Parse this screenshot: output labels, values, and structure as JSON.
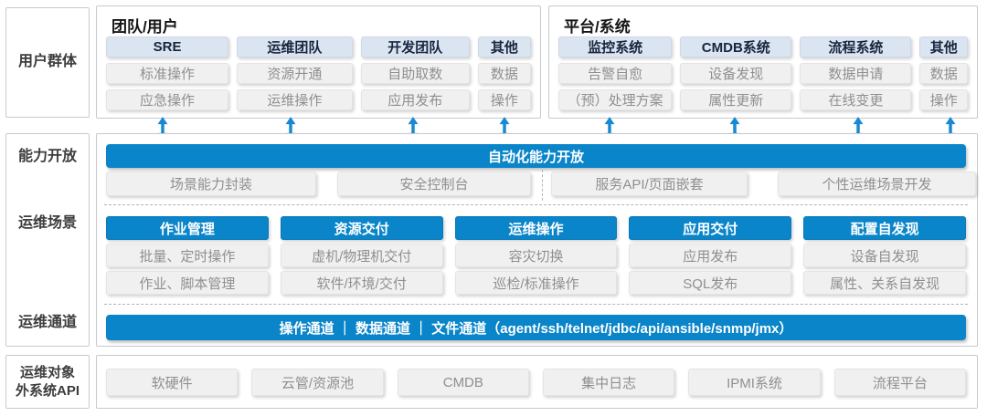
{
  "colors": {
    "accent_blue": "#0a85c9",
    "arrow_blue": "#1789d3",
    "header_pill_bg": "#dbe5f1",
    "gray_pill_bg": "#f0f0f0",
    "panel_border": "#c6cacd"
  },
  "left_labels": {
    "users": "用户群体",
    "capability": "能力开放",
    "scenes": "运维场景",
    "channel": "运维通道",
    "objects_line1": "运维对象",
    "objects_line2": "外系统API"
  },
  "top": {
    "groups": [
      {
        "title": "团队/用户",
        "columns": [
          {
            "header": "SRE",
            "items": [
              "标准操作",
              "应急操作"
            ]
          },
          {
            "header": "运维团队",
            "items": [
              "资源开通",
              "运维操作"
            ]
          },
          {
            "header": "开发团队",
            "items": [
              "自助取数",
              "应用发布"
            ]
          },
          {
            "header": "其他",
            "items": [
              "数据",
              "操作"
            ]
          }
        ]
      },
      {
        "title": "平台/系统",
        "columns": [
          {
            "header": "监控系统",
            "items": [
              "告警自愈",
              "（预）处理方案"
            ]
          },
          {
            "header": "CMDB系统",
            "items": [
              "设备发现",
              "属性更新"
            ]
          },
          {
            "header": "流程系统",
            "items": [
              "数据申请",
              "在线变更"
            ]
          },
          {
            "header": "其他",
            "items": [
              "数据",
              "操作"
            ]
          }
        ]
      }
    ]
  },
  "capability": {
    "bar": "自动化能力开放",
    "items": [
      "场景能力封装",
      "安全控制台",
      "服务API/页面嵌套",
      "个性运维场景开发"
    ]
  },
  "scenes": {
    "columns": [
      {
        "header": "作业管理",
        "items": [
          "批量、定时操作",
          "作业、脚本管理"
        ]
      },
      {
        "header": "资源交付",
        "items": [
          "虚机/物理机交付",
          "软件/环境/交付"
        ]
      },
      {
        "header": "运维操作",
        "items": [
          "容灾切换",
          "巡检/标准操作"
        ]
      },
      {
        "header": "应用交付",
        "items": [
          "应用发布",
          "SQL发布"
        ]
      },
      {
        "header": "配置自发现",
        "items": [
          "设备自发现",
          "属性、关系自发现"
        ]
      }
    ]
  },
  "channel": {
    "bar": "操作通道 ｜ 数据通道 ｜ 文件通道（agent/ssh/telnet/jdbc/api/ansible/snmp/jmx）"
  },
  "bottom": {
    "items": [
      "软硬件",
      "云管/资源池",
      "CMDB",
      "集中日志",
      "IPMI系统",
      "流程平台"
    ]
  }
}
